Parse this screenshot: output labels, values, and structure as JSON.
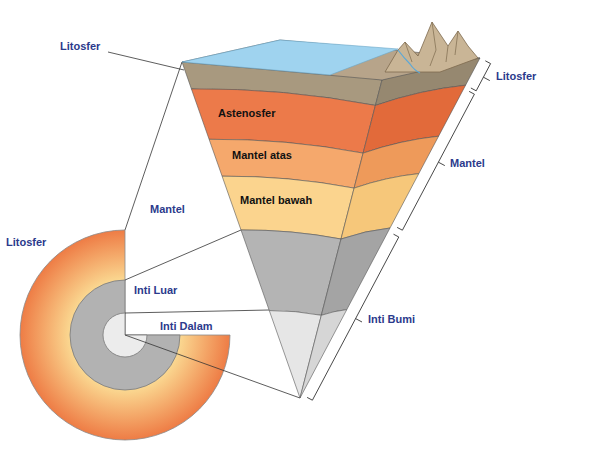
{
  "diagram": {
    "nodes": [
      {
        "text": [
          "Astenosfer"
        ]
      },
      {
        "text": [
          "Mantel atas"
        ]
      },
      {
        "text": [
          "Mantel bawah"
        ]
      }
    ],
    "labels": [
      "Litosfer",
      "Litosfer",
      "Mantel",
      "Mantel",
      "Inti Bumi",
      "Litosfer",
      "Inti Luar",
      "Inti Dalam"
    ]
  }
}
